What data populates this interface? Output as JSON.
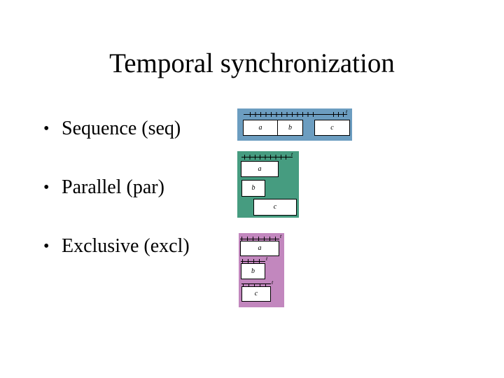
{
  "slide": {
    "title": "Temporal synchronization",
    "bullets": [
      {
        "marker": "•",
        "label": "Sequence (seq)"
      },
      {
        "marker": "•",
        "label": "Parallel (par)"
      },
      {
        "marker": "•",
        "label": "Exclusive (excl)"
      }
    ]
  },
  "colors": {
    "page_bg": "#ffffff",
    "text": "#000000",
    "sequence_bg": "#6c9dc0",
    "parallel_bg": "#469c80",
    "exclusive_bg": "#c287be",
    "interval_box_bg": "#ffffff",
    "line": "#000000"
  },
  "diagrams": {
    "sequence": {
      "bg": "#6c9dc0",
      "axis_label": "t",
      "boxes": [
        "a",
        "b",
        "c"
      ]
    },
    "parallel": {
      "bg": "#469c80",
      "axis_label": "t",
      "boxes": [
        "a",
        "b",
        "c"
      ]
    },
    "exclusive": {
      "bg": "#c287be",
      "axis_labels": [
        "t",
        "t",
        "t"
      ],
      "boxes": [
        "a",
        "b",
        "c"
      ]
    }
  }
}
